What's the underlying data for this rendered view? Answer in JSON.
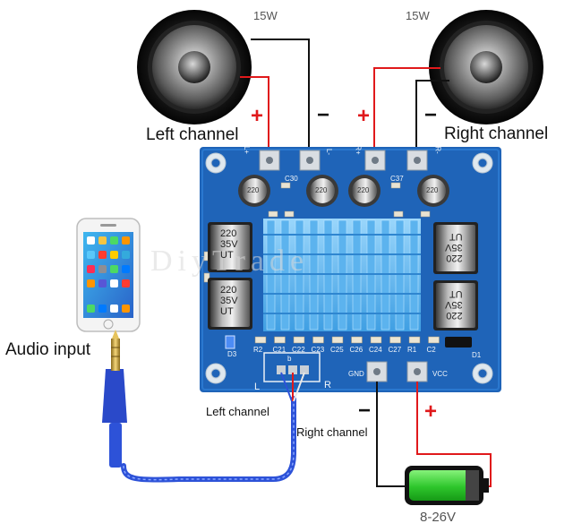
{
  "speakers": {
    "left_power": "15W",
    "right_power": "15W"
  },
  "labels": {
    "left_channel": "Left channel",
    "right_channel": "Right channel",
    "audio_input": "Audio input",
    "wire_left_channel": "Left channel",
    "wire_right_channel": "Right channel",
    "battery_voltage": "8-26V"
  },
  "polarity": {
    "plus": "+",
    "minus": "−"
  },
  "board": {
    "pin_l_plus": "L+",
    "pin_l_minus": "L-",
    "pin_r_plus": "R+",
    "pin_r_minus": "R-",
    "gnd": "GND",
    "vcc": "VCC",
    "cap_top_left": "220\n35V\nUT",
    "cap_value": "220",
    "cap_voltage": "35V",
    "cap_brand": "UT",
    "inductor_value": "220",
    "in_l": "L",
    "in_r": "R",
    "in_b": "b",
    "c30": "C30",
    "c37": "C37",
    "d3": "D3",
    "d1": "D1",
    "row_labels": [
      "R2",
      "C21",
      "C22",
      "C23",
      "C25",
      "C26",
      "C24",
      "C27",
      "R1",
      "C2"
    ]
  },
  "watermark": "DiyTrade",
  "colors": {
    "board": "#1f64b8",
    "heatsink": "#79c1f0",
    "wire_red": "#e0191b",
    "wire_black": "#111111",
    "battery_green": "#2ec62c"
  }
}
